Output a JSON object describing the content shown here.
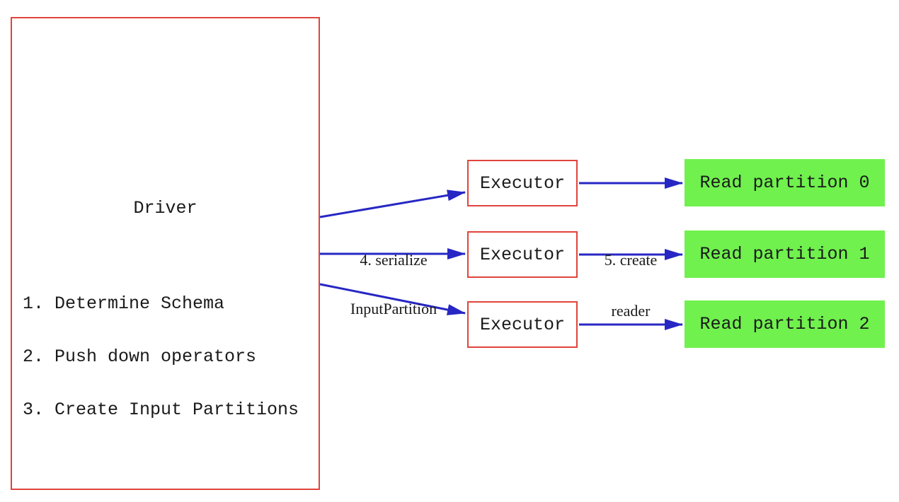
{
  "diagram": {
    "driver": {
      "title": "Driver",
      "steps": [
        "1. Determine Schema",
        "2. Push down operators",
        "3. Create Input Partitions"
      ]
    },
    "executors": [
      {
        "label": "Executor"
      },
      {
        "label": "Executor"
      },
      {
        "label": "Executor"
      }
    ],
    "partitions": [
      {
        "label": "Read partition 0"
      },
      {
        "label": "Read partition 1"
      },
      {
        "label": "Read partition 2"
      }
    ],
    "edge_labels": {
      "serialize": {
        "line1": "4. serialize",
        "line2": "InputPartition"
      },
      "create_reader": {
        "line1": "5. create",
        "line2": "reader"
      }
    },
    "colors": {
      "box_border_red": "#e0443c",
      "arrow_blue": "#2727c4",
      "partition_green": "#70f14e",
      "text_black": "#1a1a1a",
      "background": "#ffffff"
    }
  }
}
